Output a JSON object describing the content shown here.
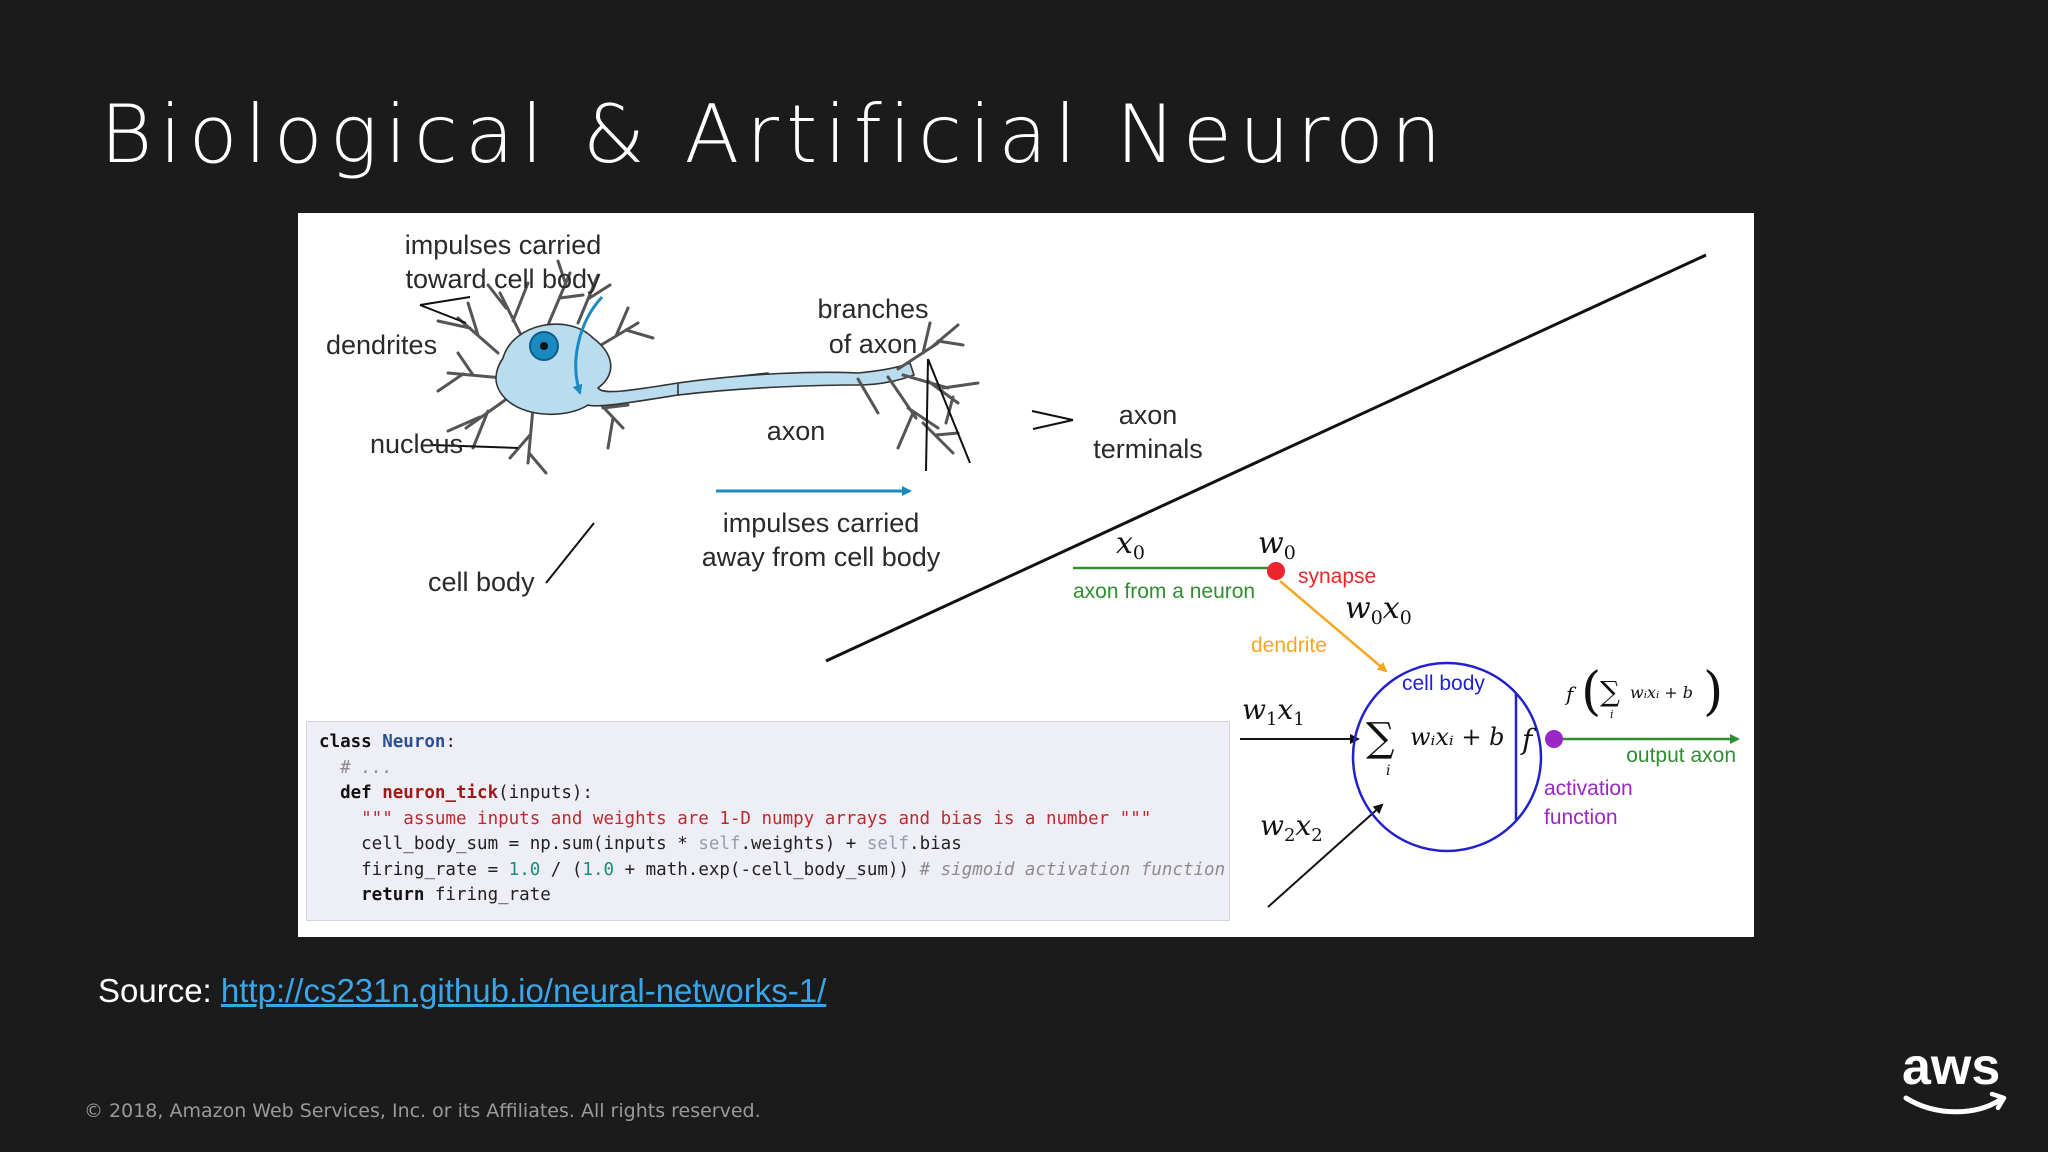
{
  "slide": {
    "title": "Biological & Artificial Neuron",
    "source_label": "Source:",
    "source_link": "http://cs231n.github.io/neural-networks-1/",
    "copyright": "© 2018, Amazon Web Services, Inc. or its Affiliates. All rights reserved.",
    "logo_text": "aws"
  },
  "bio": {
    "impulses_toward_1": "impulses carried",
    "impulses_toward_2": "toward cell body",
    "dendrites": "dendrites",
    "nucleus": "nucleus",
    "cell_body": "cell body",
    "axon": "axon",
    "branches_1": "branches",
    "branches_2": "of axon",
    "terminals_1": "axon",
    "terminals_2": "terminals",
    "impulses_away_1": "impulses carried",
    "impulses_away_2": "away from cell body"
  },
  "art": {
    "x0": "x",
    "x0_sub": "0",
    "w0": "w",
    "w0_sub": "0",
    "synapse": "synapse",
    "axon_from": "axon from a neuron",
    "w0x0_w": "w",
    "w0x0_w_sub": "0",
    "w0x0_x": "x",
    "w0x0_x_sub": "0",
    "dendrite": "dendrite",
    "cell_body": "cell body",
    "w1x1_w": "w",
    "w1x1_w_sub": "1",
    "w1x1_x": "x",
    "w1x1_x_sub": "1",
    "w2x2_w": "w",
    "w2x2_w_sub": "2",
    "w2x2_x": "x",
    "w2x2_x_sub": "2",
    "sum_sym": "∑",
    "sum_i": "i",
    "sum_expr": "wᵢxᵢ + b",
    "f": "f",
    "f_outer": "f",
    "sum_expr_small": "wᵢxᵢ + b",
    "output_axon": "output axon",
    "activation_1": "activation",
    "activation_2": "function"
  },
  "code": {
    "l1_kw": "class",
    "l1_name": "Neuron",
    "l1_end": ":",
    "l2": "  # ...",
    "l3_kw": "  def",
    "l3_fn": "neuron_tick",
    "l3_rest": "(inputs):",
    "l4": "    \"\"\" assume inputs and weights are 1-D numpy arrays and bias is a number \"\"\"",
    "l5_a": "    cell_body_sum = np.sum(inputs * ",
    "l5_self1": "self",
    "l5_b": ".weights) + ",
    "l5_self2": "self",
    "l5_c": ".bias",
    "l6_a": "    firing_rate = ",
    "l6_n1": "1.0",
    "l6_b": " / (",
    "l6_n2": "1.0",
    "l6_c": " + math.exp(-cell_body_sum)) ",
    "l6_cm": "# sigmoid activation function",
    "l7_kw": "    return",
    "l7_rest": " firing_rate"
  },
  "colors": {
    "background": "#1b1b1b",
    "neuron_blue": "#b9dcee",
    "arrow_blue": "#1b8ac0",
    "synapse_red": "#e8262b",
    "axon_green": "#2f8f2f",
    "dendrite_orange": "#f5a623",
    "cell_blue": "#2222cc",
    "activation_purple": "#9b27c7",
    "link_blue": "#3aa6e8"
  }
}
